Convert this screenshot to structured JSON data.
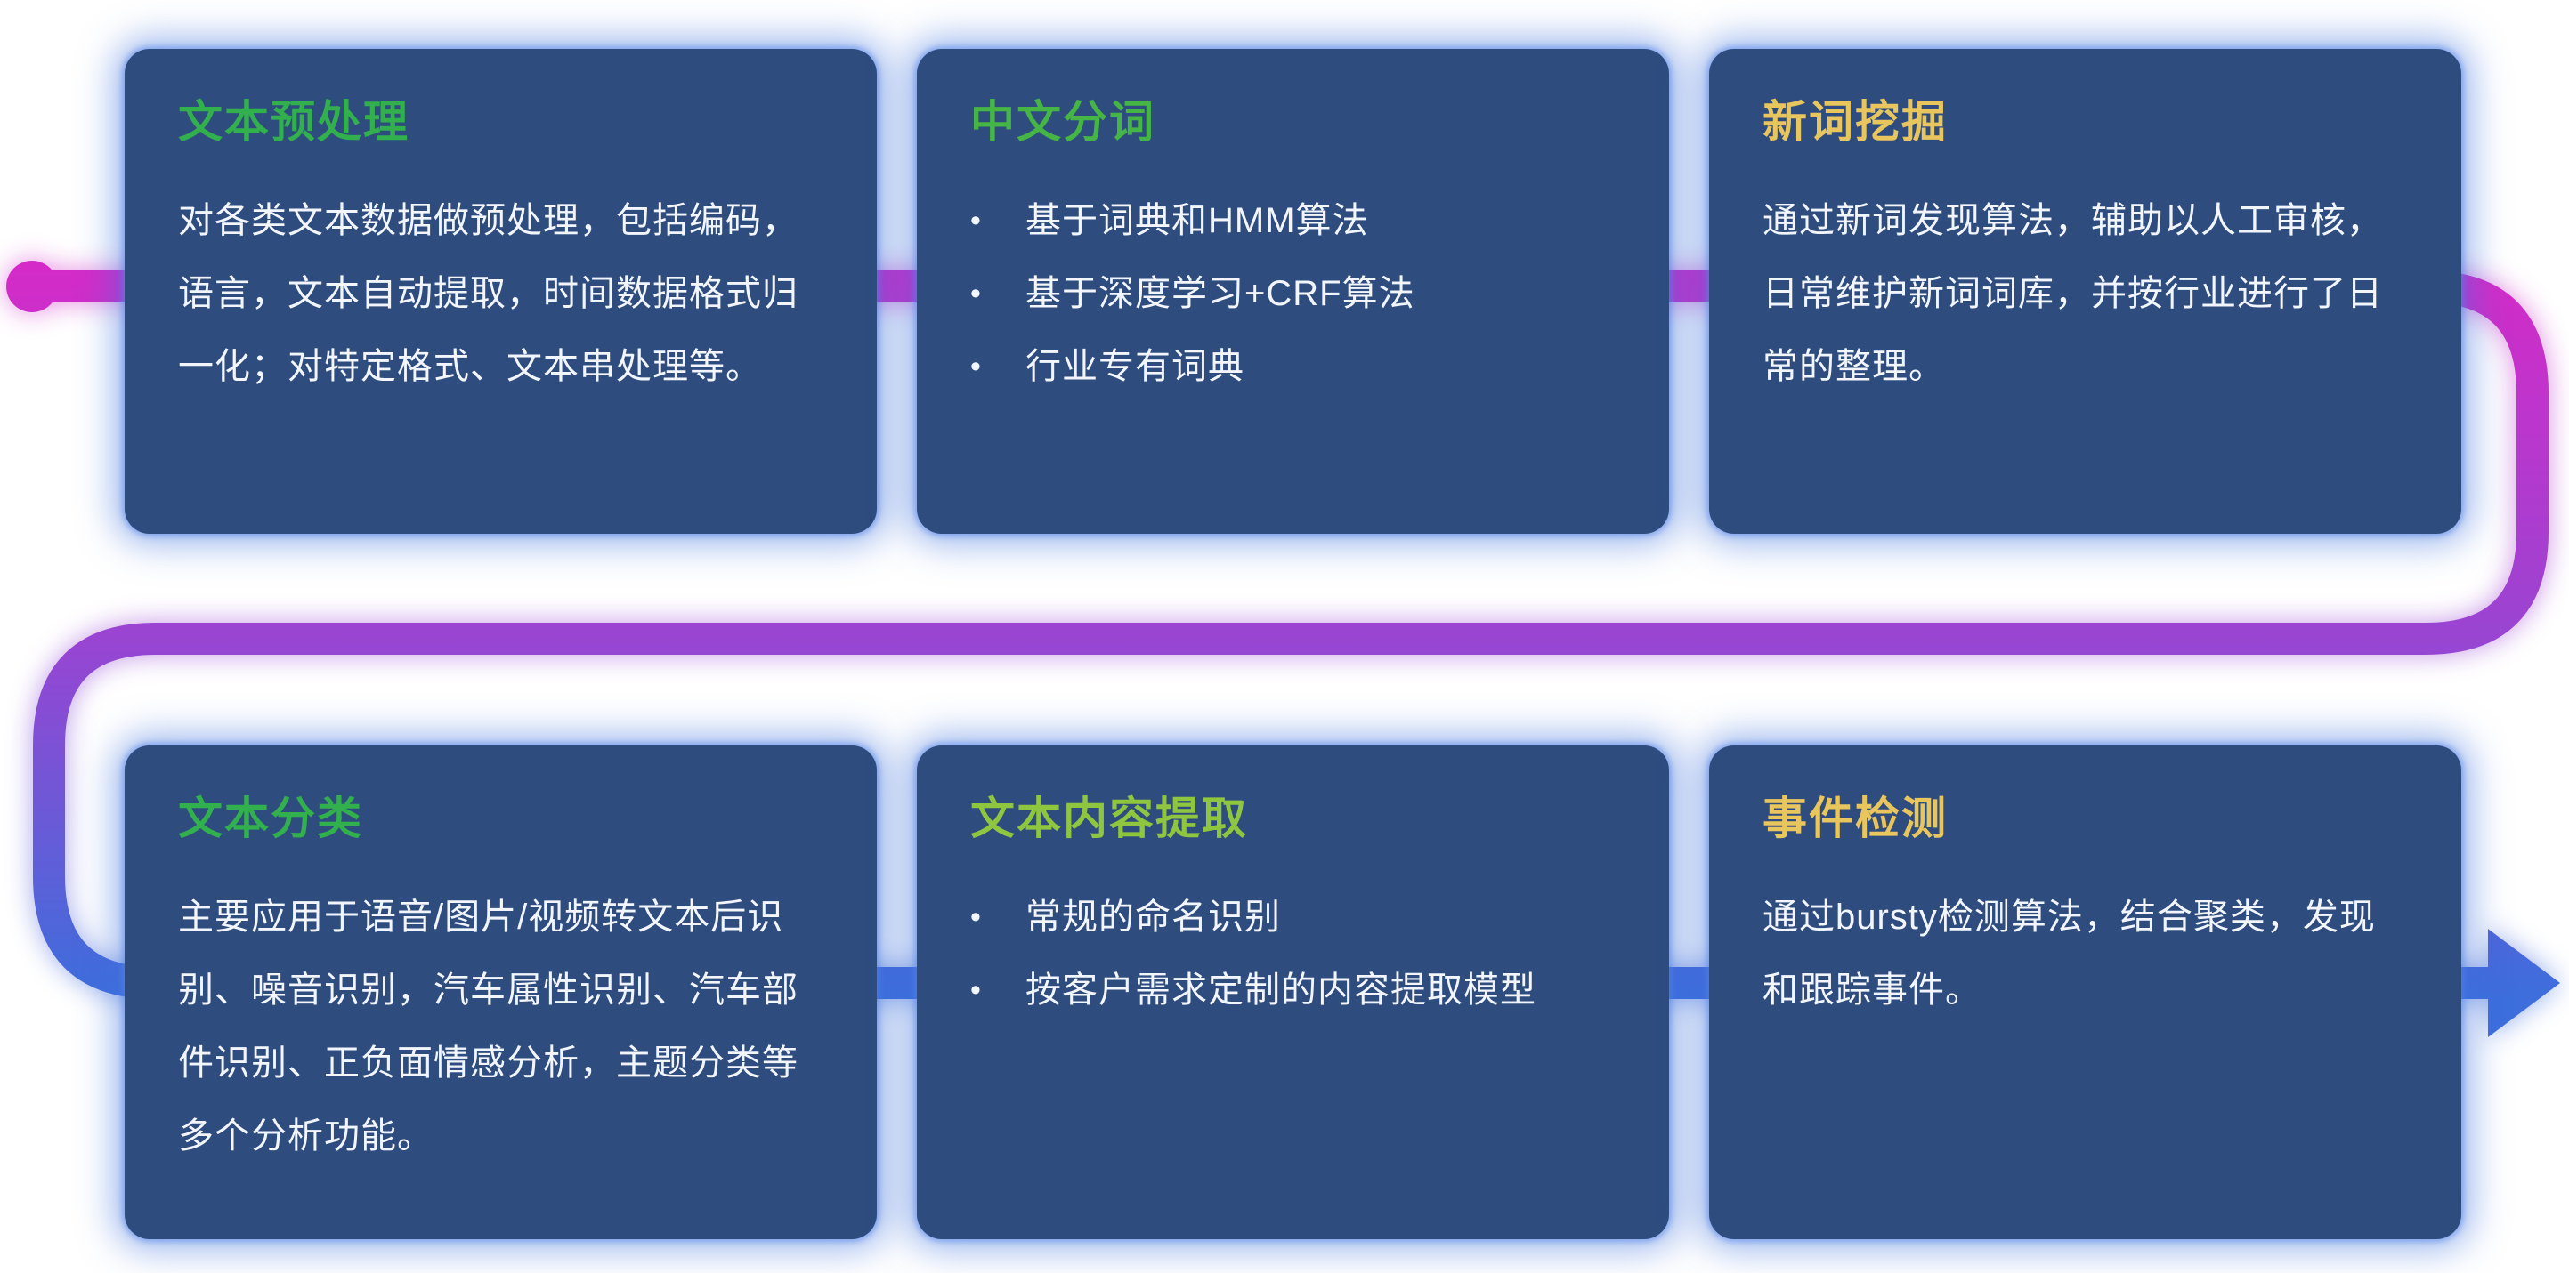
{
  "theme": {
    "background": "#ffffff",
    "card_bg": "#2e4c7e",
    "card_glow": "#3e72de",
    "body_text": "#f2f6fc",
    "flow_start": "#d42bc8",
    "flow_mid": "#9a44d2",
    "flow_end": "#3d6edc"
  },
  "bullet_marker": "•",
  "cards": [
    {
      "title": "文本预处理",
      "title_color": "#33b04e",
      "body": "对各类文本数据做预处理，包括编码，语言，文本自动提取，时间数据格式归一化；对特定格式、文本串处理等。"
    },
    {
      "title": "中文分词",
      "title_color": "#45b545",
      "bullets": [
        "基于词典和HMM算法",
        "基于深度学习+CRF算法",
        "行业专有词典"
      ]
    },
    {
      "title": "新词挖掘",
      "title_color": "#e8c55d",
      "body": "通过新词发现算法，辅助以人工审核，日常维护新词词库，并按行业进行了日常的整理。"
    },
    {
      "title": "文本分类",
      "title_color": "#33b04e",
      "body": "主要应用于语音/图片/视频转文本后识别、噪音识别，汽车属性识别、汽车部件识别、正负面情感分析，主题分类等多个分析功能。"
    },
    {
      "title": "文本内容提取",
      "title_color": "#8fc63f",
      "bullets": [
        "常规的命名识别",
        "按客户需求定制的内容提取模型"
      ]
    },
    {
      "title": "事件检测",
      "title_color": "#e8c55d",
      "body": "通过bursty检测算法，结合聚类，发现和跟踪事件。"
    }
  ]
}
